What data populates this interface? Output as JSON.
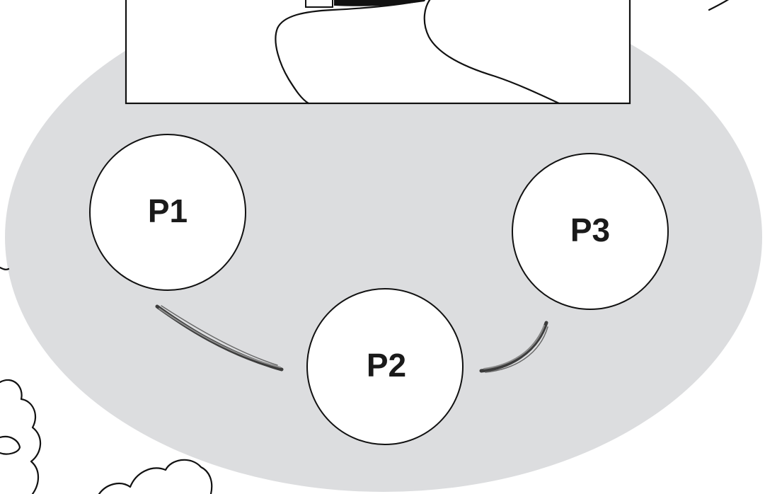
{
  "colors": {
    "background": "#ffffff",
    "ellipse_fill": "#dcdddf",
    "ink": "#111111",
    "pencil_stroke": "#4a4a4a"
  },
  "nodes": [
    {
      "id": "p1",
      "label": "P1"
    },
    {
      "id": "p2",
      "label": "P2"
    },
    {
      "id": "p3",
      "label": "P3"
    }
  ],
  "links": [
    {
      "from": "P1",
      "to": "P2",
      "style": "pencil-arc"
    },
    {
      "from": "P2",
      "to": "P3",
      "style": "pencil-arc"
    }
  ]
}
